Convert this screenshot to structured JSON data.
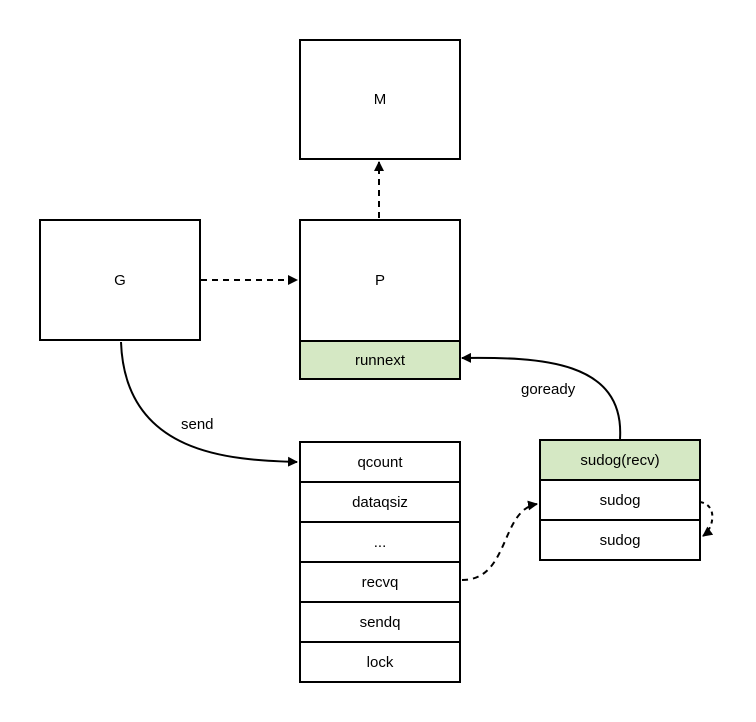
{
  "nodes": {
    "m": "M",
    "g": "G",
    "p": "P",
    "runnext": "runnext"
  },
  "hchan": {
    "fields": [
      "qcount",
      "dataqsiz",
      "...",
      "recvq",
      "sendq",
      "lock"
    ]
  },
  "sudog_list": {
    "items": [
      "sudog(recv)",
      "sudog",
      "sudog"
    ]
  },
  "edge_labels": {
    "send": "send",
    "goready": "goready"
  },
  "colors": {
    "highlight": "#d5e8c4",
    "stroke": "#000000"
  }
}
